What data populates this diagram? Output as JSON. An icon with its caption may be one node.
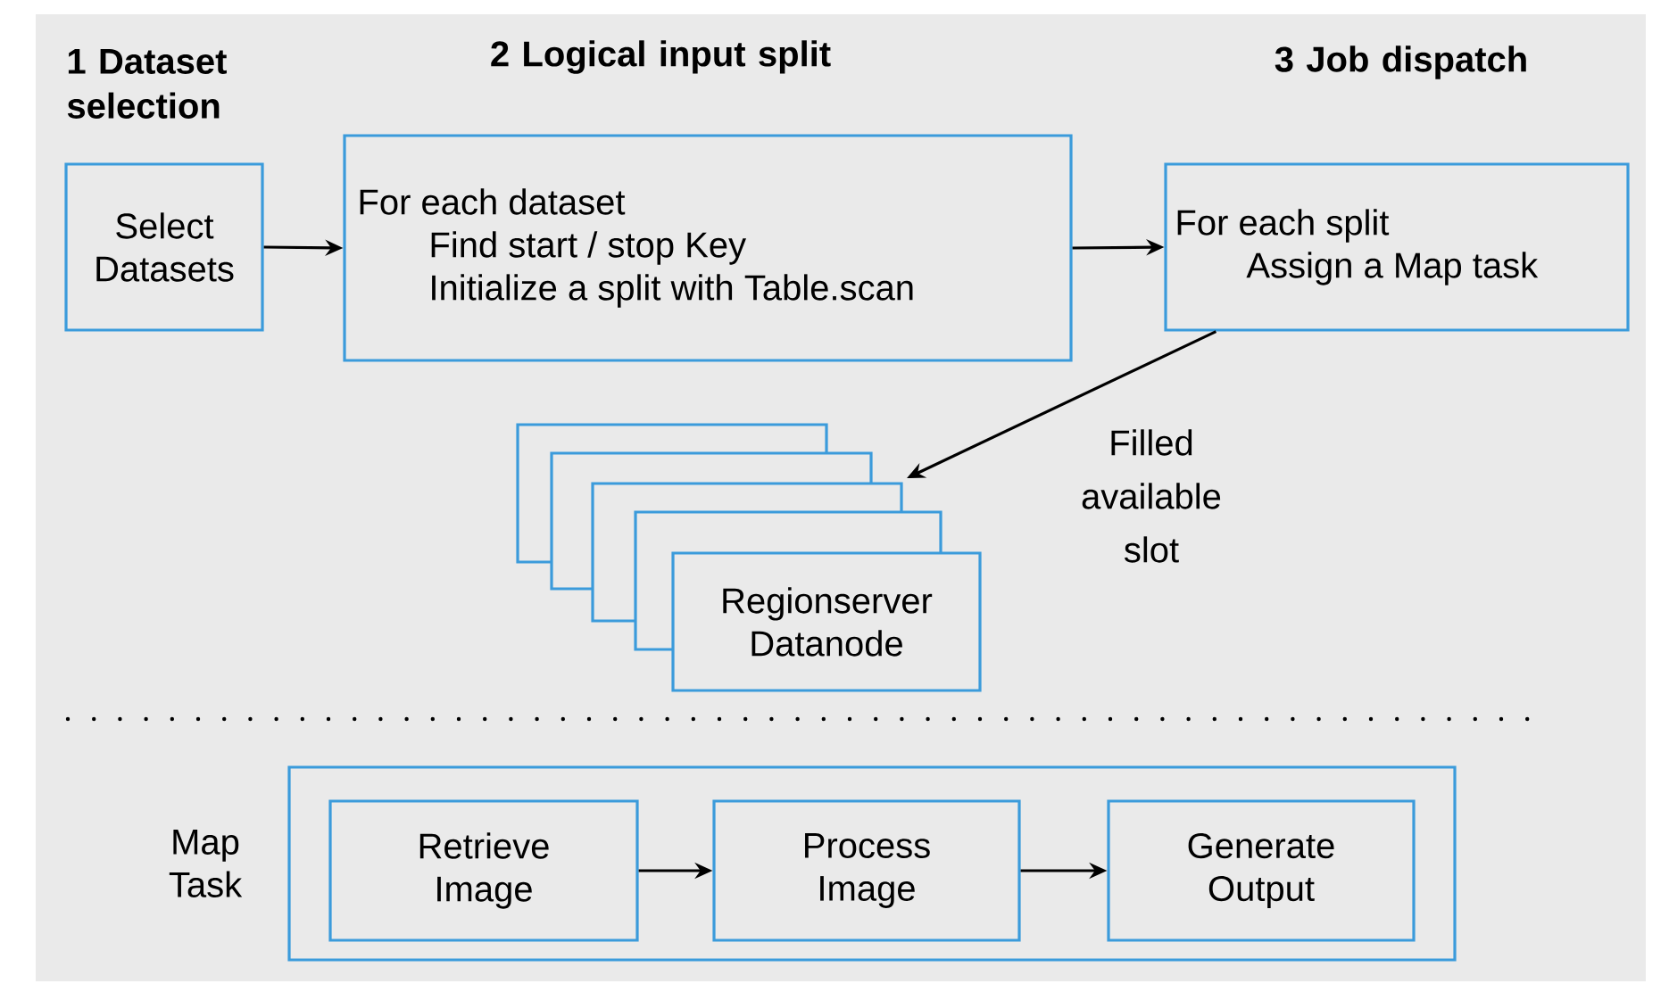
{
  "diagram": {
    "nodes": [
      {
        "text": [
          "Select Datasets"
        ]
      },
      {
        "text": [
          "For each dataset",
          "Find start / stop Key",
          "Initialize a split with Table.scan"
        ]
      },
      {
        "text": [
          "For each split",
          "Assign a Map task"
        ]
      },
      {
        "text": [
          "Regionserver Datanode"
        ]
      },
      {
        "text": [
          "Map Task"
        ]
      },
      {
        "text": [
          "Retrieve Image"
        ],
        "in": 4
      },
      {
        "text": [
          "Process Image"
        ],
        "in": 4
      },
      {
        "text": [
          "Generate Output"
        ],
        "in": 4
      }
    ],
    "edges": [
      {
        "from": 0,
        "to": 1,
        "arrow": "to"
      },
      {
        "from": 1,
        "to": 2,
        "arrow": "to"
      },
      {
        "from": 2,
        "to": 3,
        "arrow": "to",
        "label": "Filled available slot"
      },
      {
        "from": 5,
        "to": 6,
        "arrow": "to"
      },
      {
        "from": 6,
        "to": 7,
        "arrow": "to"
      }
    ],
    "labels": [
      "1 Dataset selection",
      "2 Logical input split",
      "3 Job dispatch"
    ]
  }
}
